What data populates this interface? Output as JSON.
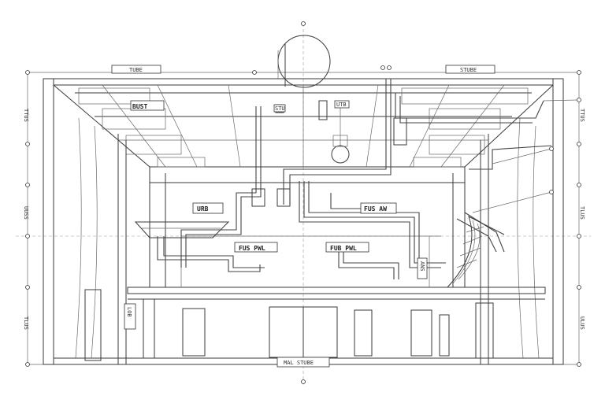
{
  "drawing": {
    "top_left_tag": "TUBE",
    "top_right_tag": "STUBE",
    "bottom_tag": "MAL STUBE",
    "ceiling_tags": [
      "BUST",
      "STU",
      "UTB"
    ],
    "wall_tags": [
      "URB",
      "FUS AW",
      "FUS PWL",
      "FUB PWL",
      "ANS",
      "LOB"
    ],
    "side_marks_left": [
      "TTUS",
      "UUSS",
      "TLUS"
    ],
    "side_marks_right": [
      "TTUS",
      "TLUS",
      "ULUS"
    ]
  }
}
